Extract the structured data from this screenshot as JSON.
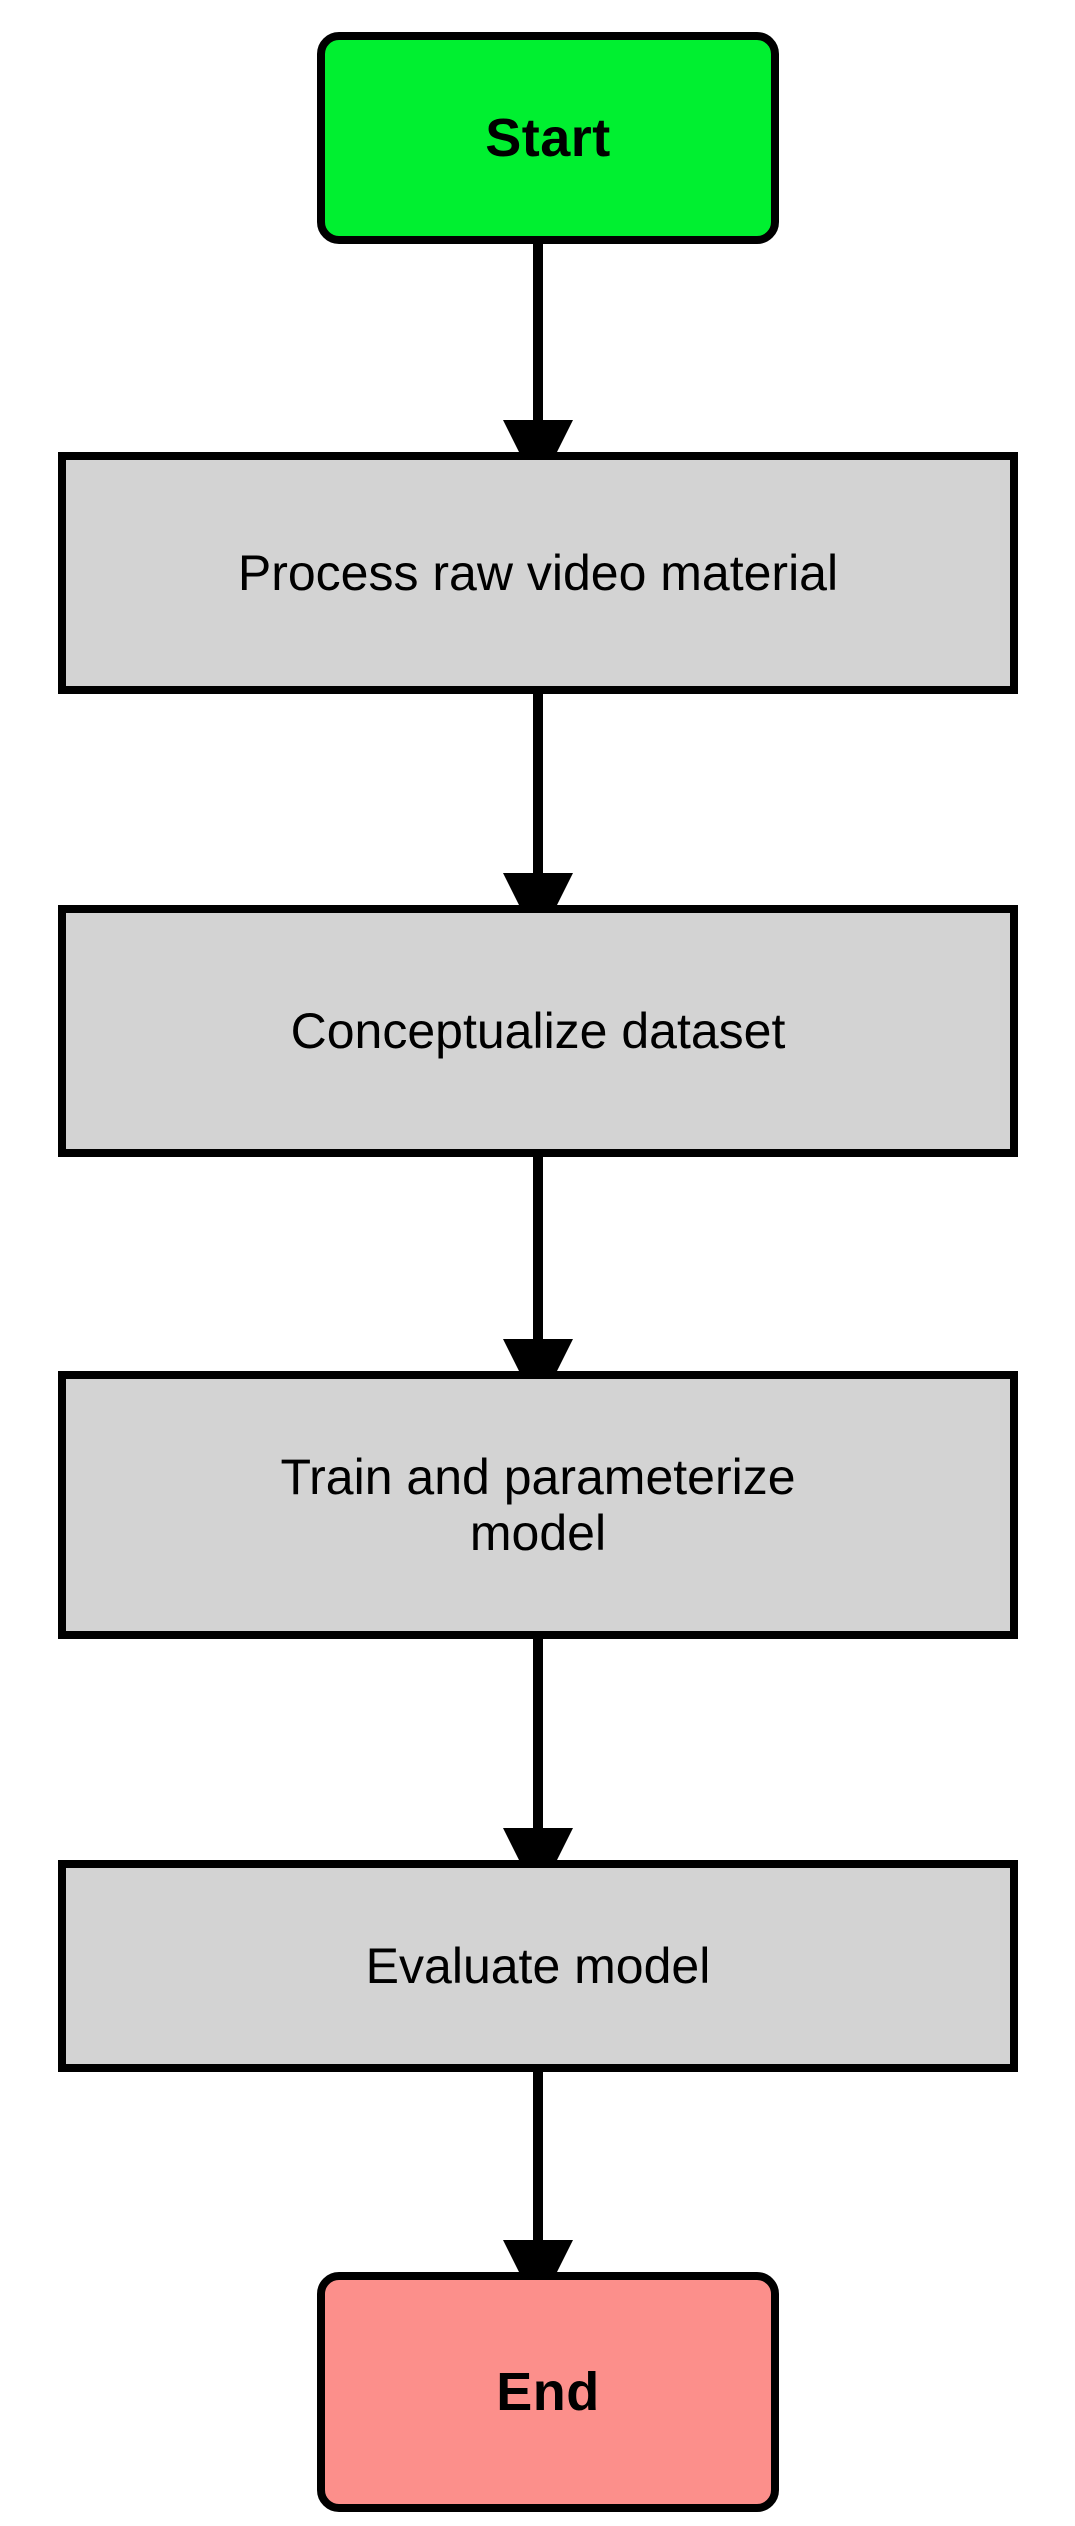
{
  "diagram": {
    "type": "flowchart",
    "orientation": "top-to-bottom",
    "title": "",
    "background_color": "#ffffff",
    "nodes": [
      {
        "id": "start",
        "label": "Start",
        "shape": "rounded-rectangle",
        "fill_color": "#00f030",
        "border_color": "#000000",
        "text_weight": "bold"
      },
      {
        "id": "process-raw-video",
        "label": "Process raw video material",
        "shape": "rectangle",
        "fill_color": "#d3d3d3",
        "border_color": "#000000",
        "text_weight": "normal"
      },
      {
        "id": "conceptualize-dataset",
        "label": "Conceptualize dataset",
        "shape": "rectangle",
        "fill_color": "#d3d3d3",
        "border_color": "#000000",
        "text_weight": "normal"
      },
      {
        "id": "train-model",
        "label": "Train and parameterize model",
        "label_line_1": "Train and parameterize",
        "label_line_2": "model",
        "shape": "rectangle",
        "fill_color": "#d3d3d3",
        "border_color": "#000000",
        "text_weight": "normal"
      },
      {
        "id": "evaluate-model",
        "label": "Evaluate model",
        "shape": "rectangle",
        "fill_color": "#d3d3d3",
        "border_color": "#000000",
        "text_weight": "normal"
      },
      {
        "id": "end",
        "label": "End",
        "shape": "rounded-rectangle",
        "fill_color": "#fc8f8b",
        "border_color": "#000000",
        "text_weight": "bold"
      }
    ],
    "edges": [
      {
        "id": "edge-start-process",
        "from": "start",
        "to": "process-raw-video",
        "label": "",
        "style": "solid-arrow",
        "color": "#000000"
      },
      {
        "id": "edge-process-conceptualize",
        "from": "process-raw-video",
        "to": "conceptualize-dataset",
        "label": "",
        "style": "solid-arrow",
        "color": "#000000"
      },
      {
        "id": "edge-conceptualize-train",
        "from": "conceptualize-dataset",
        "to": "train-model",
        "label": "",
        "style": "solid-arrow",
        "color": "#000000"
      },
      {
        "id": "edge-train-evaluate",
        "from": "train-model",
        "to": "evaluate-model",
        "label": "",
        "style": "solid-arrow",
        "color": "#000000"
      },
      {
        "id": "edge-evaluate-end",
        "from": "evaluate-model",
        "to": "end",
        "label": "",
        "style": "solid-arrow",
        "color": "#000000"
      }
    ]
  }
}
